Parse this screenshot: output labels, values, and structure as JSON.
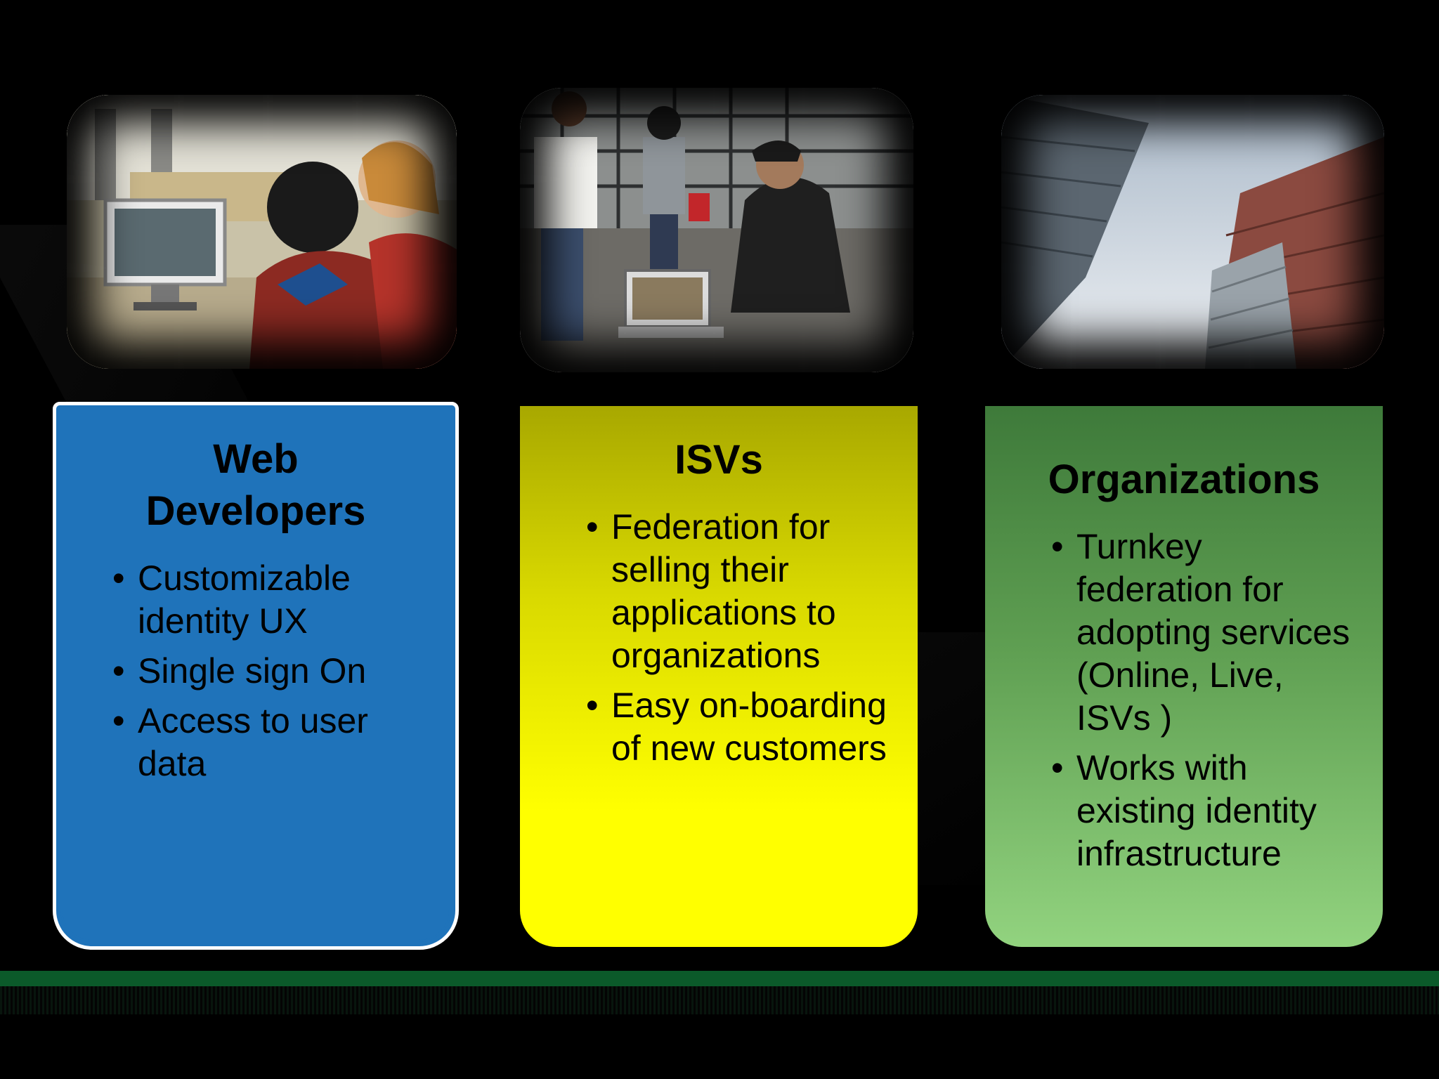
{
  "cards": [
    {
      "title": "Web Developers",
      "color": "#1f73ba",
      "items": [
        "Customizable identity UX",
        "Single sign On",
        "Access to user data"
      ]
    },
    {
      "title": "ISVs",
      "color": "#ffff00",
      "items": [
        "Federation for selling their applications to organizations",
        "Easy on-boarding of new customers"
      ]
    },
    {
      "title": "Organizations",
      "color": "#6aaa5c",
      "items": [
        "Turnkey federation for adopting services (Online, Live, ISVs )",
        "Works with existing identity infrastructure"
      ]
    }
  ],
  "photos": [
    {
      "icon": "developers-at-monitor-photo"
    },
    {
      "icon": "business-meeting-photo"
    },
    {
      "icon": "skyscrapers-photo"
    }
  ],
  "band_color": "#0b5a2a"
}
